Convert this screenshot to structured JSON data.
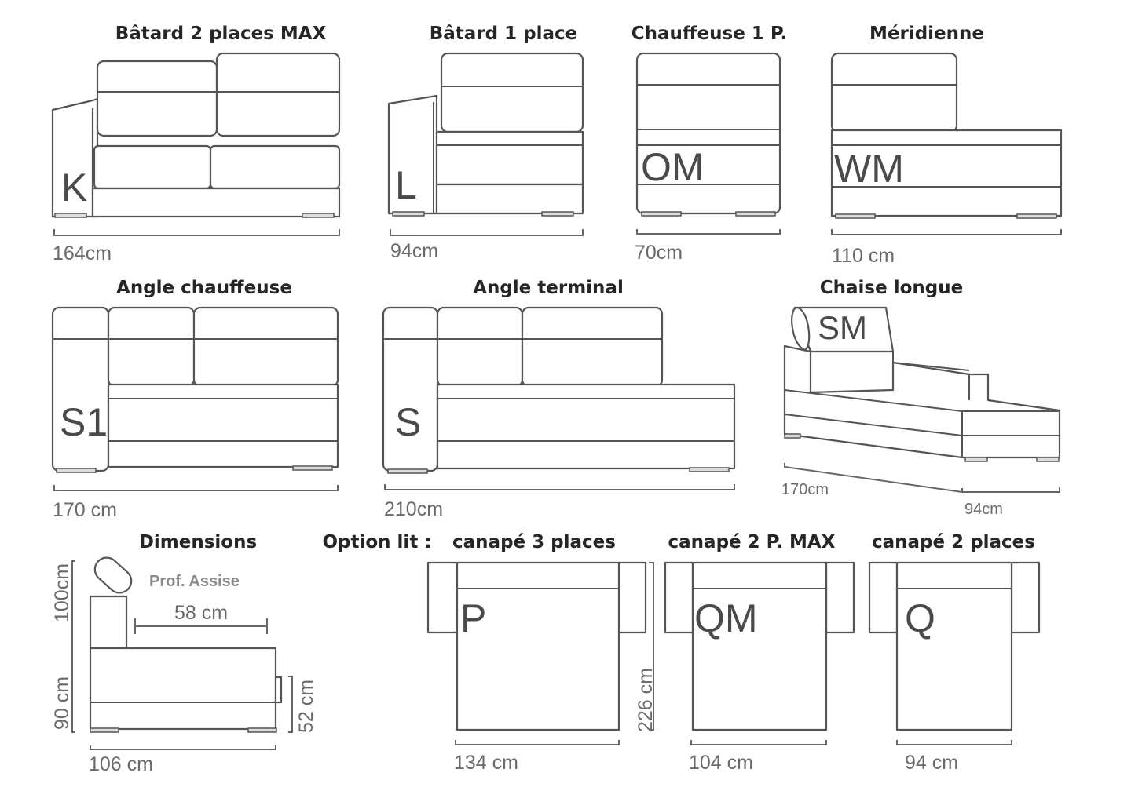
{
  "titles": {
    "batard2": "Bâtard 2 places MAX",
    "batard1": "Bâtard 1 place",
    "chauffeuse": "Chauffeuse 1 P.",
    "meridienne": "Méridienne",
    "angle_chauffeuse": "Angle chauffeuse",
    "angle_terminal": "Angle terminal",
    "chaise_longue": "Chaise longue",
    "dimensions": "Dimensions",
    "option_lit": "Option lit :",
    "canape3": "canapé 3 places",
    "canape2max": "canapé 2 P. MAX",
    "canape2": "canapé 2 places"
  },
  "codes": {
    "batard2": "K",
    "batard1": "L",
    "chauffeuse": "OM",
    "meridienne": "WM",
    "angle_chauffeuse": "S1",
    "angle_terminal": "S",
    "chaise_longue": "SM",
    "canape3": "P",
    "canape2max": "QM",
    "canape2": "Q"
  },
  "widths": {
    "batard2": "164cm",
    "batard1": "94cm",
    "chauffeuse": "70cm",
    "meridienne": "110 cm",
    "angle_chauffeuse": "170 cm",
    "angle_terminal": "210cm",
    "chaise_longue_length": "170cm",
    "chaise_longue_width": "94cm",
    "canape3": "134 cm",
    "canape2max": "104 cm",
    "canape2": "94 cm",
    "bed_length": "226 cm"
  },
  "dimensions": {
    "seat_depth_label": "Prof. Assise",
    "seat_depth": "58 cm",
    "height_headrest": "100cm",
    "height": "90 cm",
    "seat_height": "52 cm",
    "depth": "106 cm"
  }
}
